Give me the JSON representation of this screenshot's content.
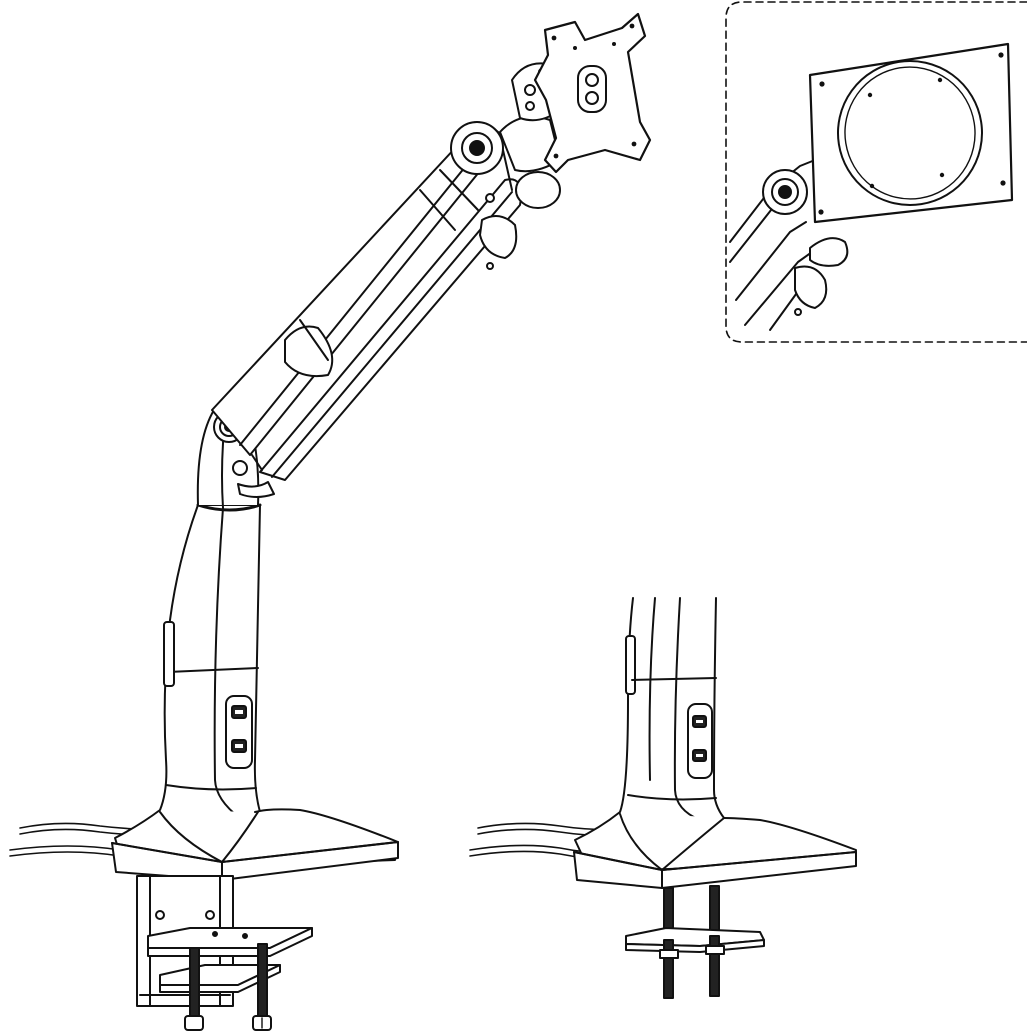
{
  "diagram": {
    "title": "",
    "line_color": "#111111",
    "fill_color": "#ffffff",
    "dark_fill": "#222222",
    "views": [
      {
        "id": "clamp-mount",
        "parts": [
          "vesa-plate",
          "tilt-joint",
          "upper-arm",
          "gas-spring-arm",
          "elbow",
          "pole",
          "usb-ports",
          "base",
          "desk-clamp",
          "cables"
        ]
      },
      {
        "id": "grommet-mount",
        "parts": [
          "pole",
          "usb-ports",
          "base",
          "through-bolts",
          "bottom-plate",
          "cables"
        ]
      },
      {
        "id": "vesa-detail",
        "parts": [
          "square-plate",
          "circular-recess",
          "screw-holes",
          "arm-joint"
        ]
      }
    ],
    "icons": {
      "usb_port": "usb-port-icon",
      "screw": "screw-icon"
    }
  }
}
